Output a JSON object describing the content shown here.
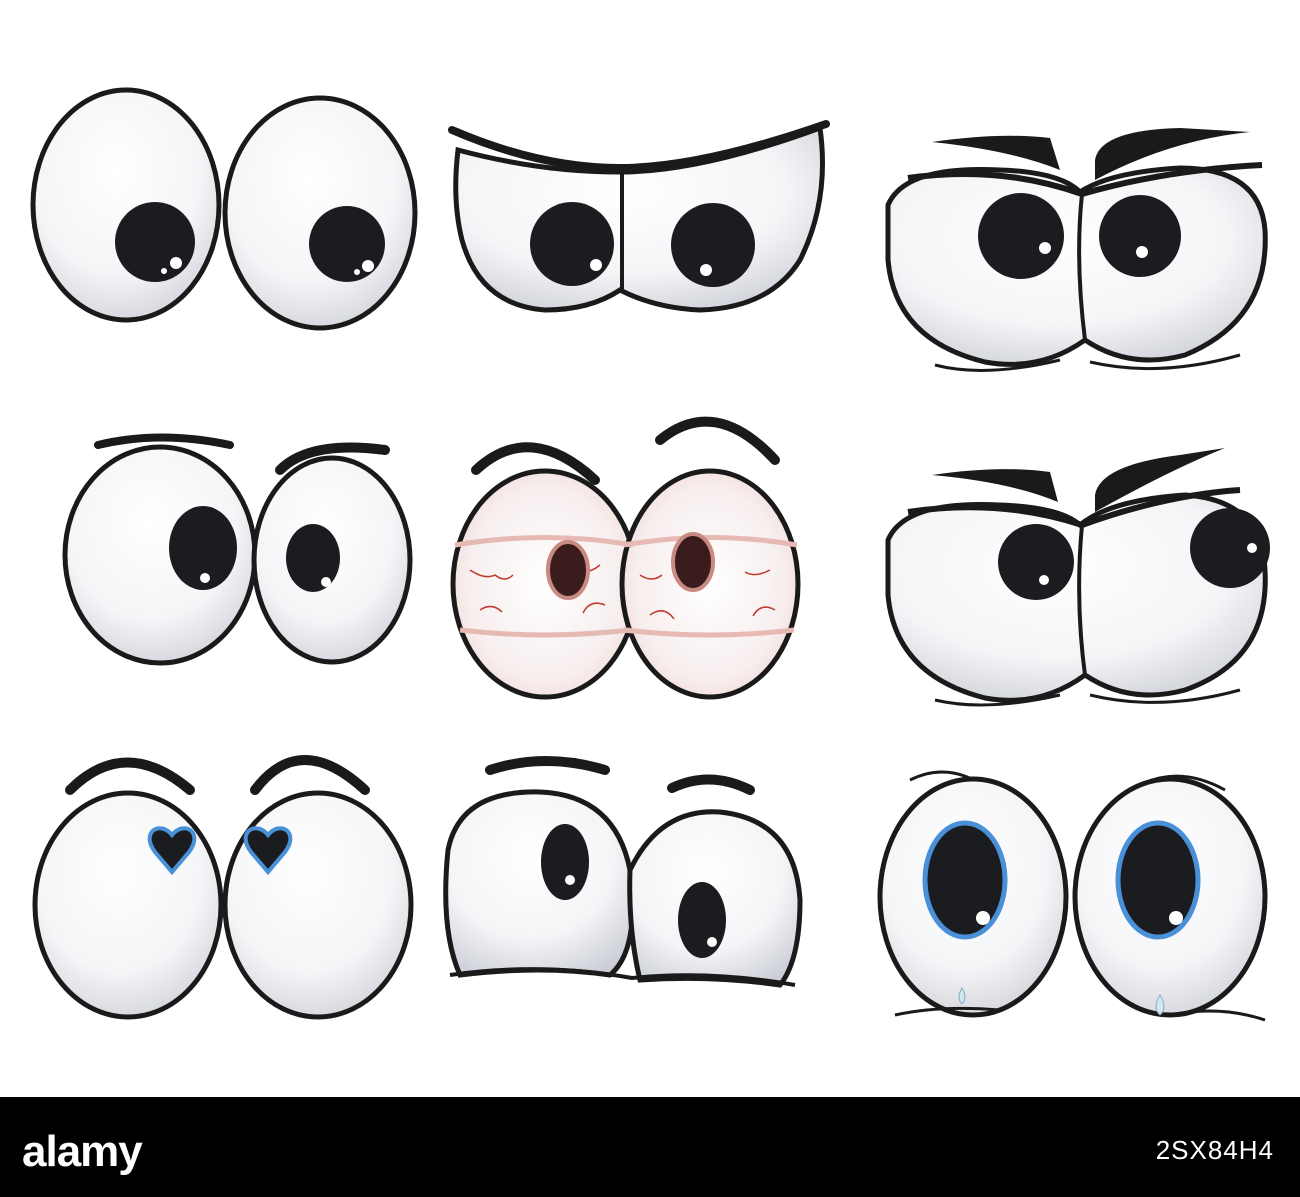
{
  "footer": {
    "logo": "alamy",
    "image_id": "2SX84H4"
  },
  "colors": {
    "footer_bg": "#000000",
    "outline": "#1a1a1a",
    "pupil": "#1b1c20",
    "iris_blue": "#4a90d9",
    "bloodshot_tint": "#f2d2cf",
    "vein": "#c0392b",
    "tear": "#cfe6f5"
  },
  "expressions": [
    "looking-down",
    "angry-brows",
    "furrowed-brows",
    "raised-brow-looking-left",
    "bloodshot-tired",
    "angry-looking-right",
    "heart-eyes",
    "skeptical",
    "crying"
  ]
}
